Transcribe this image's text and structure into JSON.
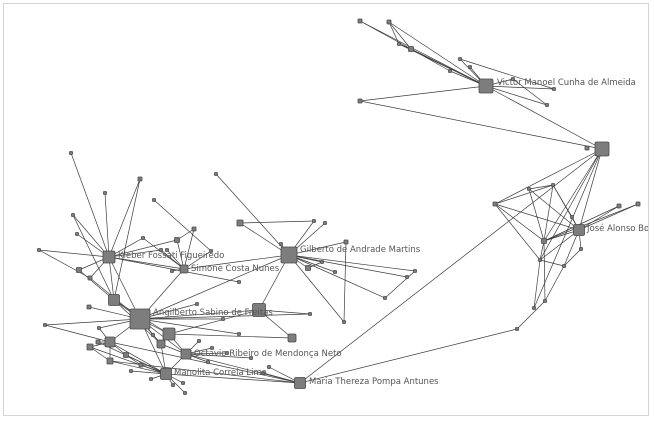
{
  "labels": {
    "victor": "Victor Manoel Cunha de Almeida",
    "jose": "José Alonso Borba",
    "gilberto": "Gilberto de Andrade Martins",
    "kleber": "Kleber Fossati Figueiredo",
    "simone": "Simone Costa Nunes",
    "angilberto": "Angilberto Sabino de Freitas",
    "octavio": "Octavio Ribeiro de Mendonça Neto",
    "manolita": "Manolita Correia Lima",
    "maria": "Maria Thereza Pompa Antunes"
  },
  "colors": {
    "node": "#7d7d7d",
    "edge": "#3c3c3c",
    "label": "#555555"
  }
}
